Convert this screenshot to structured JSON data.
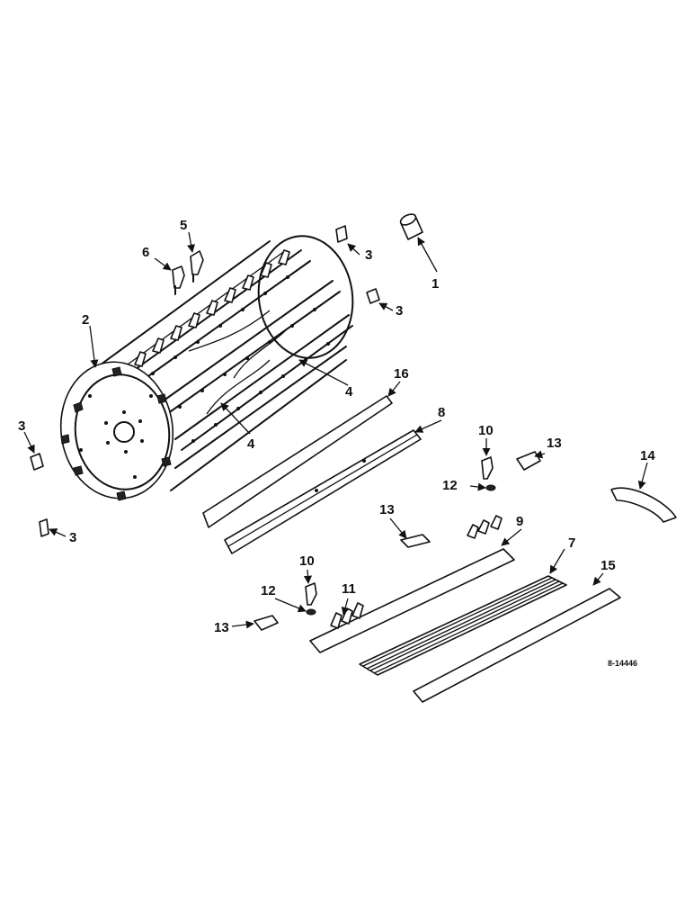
{
  "diagram": {
    "reference_code": "8-14446",
    "callouts": [
      {
        "id": "c1",
        "label": "1"
      },
      {
        "id": "c2",
        "label": "2"
      },
      {
        "id": "c3a",
        "label": "3"
      },
      {
        "id": "c3b",
        "label": "3"
      },
      {
        "id": "c3c",
        "label": "3"
      },
      {
        "id": "c3d",
        "label": "3"
      },
      {
        "id": "c4a",
        "label": "4"
      },
      {
        "id": "c4b",
        "label": "4"
      },
      {
        "id": "c5",
        "label": "5"
      },
      {
        "id": "c6",
        "label": "6"
      },
      {
        "id": "c7",
        "label": "7"
      },
      {
        "id": "c8",
        "label": "8"
      },
      {
        "id": "c9",
        "label": "9"
      },
      {
        "id": "c10a",
        "label": "10"
      },
      {
        "id": "c10b",
        "label": "10"
      },
      {
        "id": "c11",
        "label": "11"
      },
      {
        "id": "c12a",
        "label": "12"
      },
      {
        "id": "c12b",
        "label": "12"
      },
      {
        "id": "c13a",
        "label": "13"
      },
      {
        "id": "c13b",
        "label": "13"
      },
      {
        "id": "c13c",
        "label": "13"
      },
      {
        "id": "c14",
        "label": "14"
      },
      {
        "id": "c15",
        "label": "15"
      },
      {
        "id": "c16",
        "label": "16"
      }
    ]
  }
}
